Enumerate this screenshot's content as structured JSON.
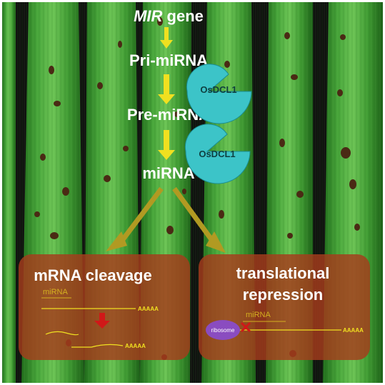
{
  "pathway": {
    "mir_gene": {
      "italic": "MIR",
      "rest": " gene"
    },
    "pri_mirna": "Pri-miRNA",
    "pre_mirna": "Pre-miRNA",
    "mirna": "miRNA"
  },
  "enzymes": [
    "OsDCL1",
    "OsDCL1"
  ],
  "left_box": {
    "title": "mRNA cleavage",
    "mirna": "miRNA",
    "polya": "AAAAA"
  },
  "right_box": {
    "title_line1": "translational",
    "title_line2": "repression",
    "mirna": "miRNA",
    "ribosome": "ribosome",
    "polya": "AAAAA"
  },
  "colors": {
    "arrow_yellow": "#f0e020",
    "branch_olive": "#b19a22",
    "enzyme_cyan": "#3cc4c8",
    "box_red": "#a63c1c",
    "ribosome_purple": "#8a4cc0",
    "block_red": "#d01818"
  }
}
